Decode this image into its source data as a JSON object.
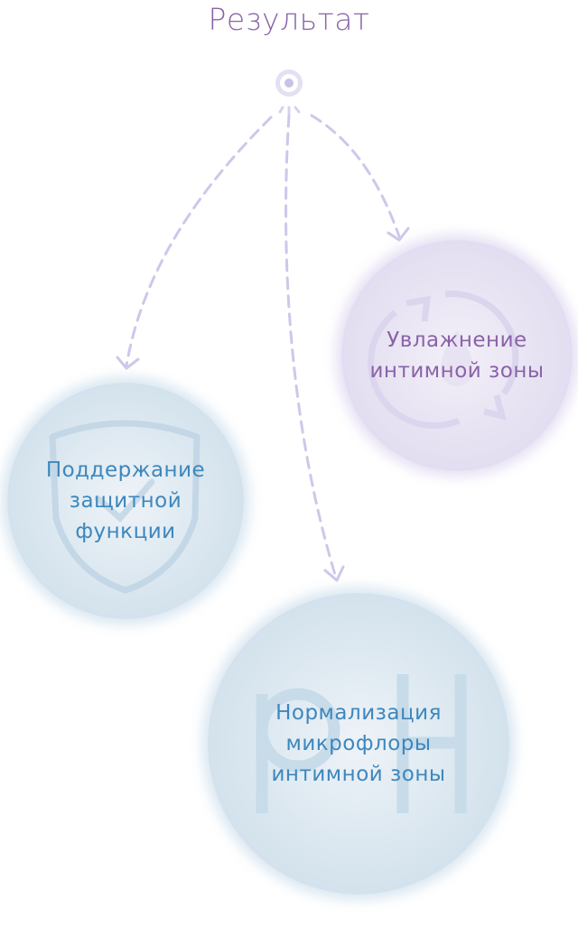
{
  "title": "Результат",
  "nodes": [
    {
      "label_lines": [
        "Поддержание",
        "защитной",
        "функции"
      ],
      "icon": "shield-check-icon"
    },
    {
      "label_lines": [
        "Увлажнение",
        "интимной зоны"
      ],
      "icon": "water-drop-cycle-icon"
    },
    {
      "label_lines": [
        "Нормализация",
        "микрофлоры",
        "интимной зоны"
      ],
      "icon": "ph-icon",
      "icon_text": "pH"
    }
  ],
  "colors": {
    "blue": "#3d87bd",
    "purple": "#8a63a8",
    "arrow": "#cfc7ea"
  }
}
